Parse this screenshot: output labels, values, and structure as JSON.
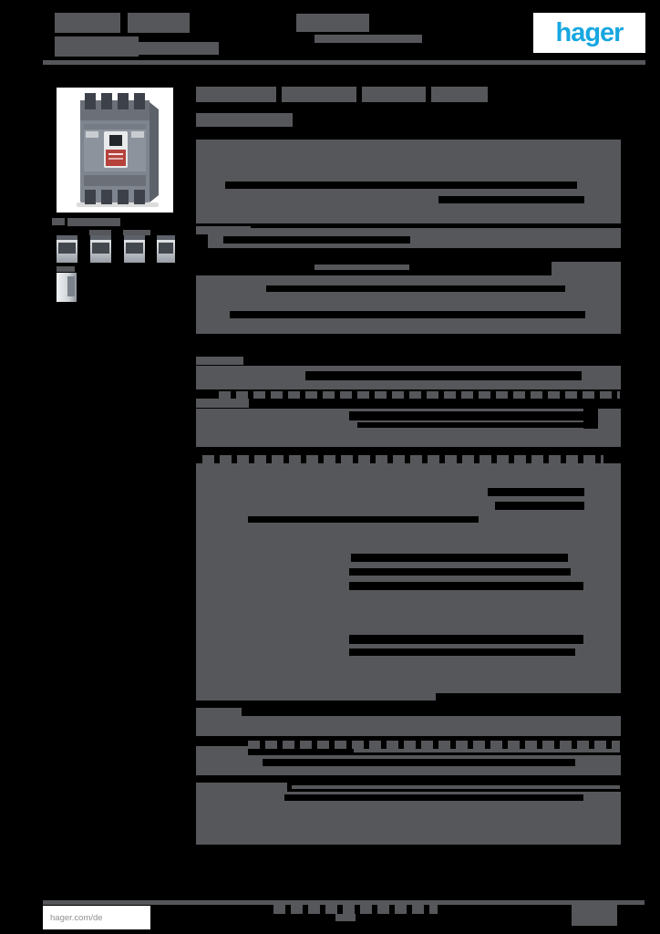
{
  "logo": {
    "text": "hager"
  },
  "footer": {
    "website": "hager.com/de"
  },
  "colors": {
    "page_background": "#000000",
    "redacted_text_block": "#56575a",
    "logo_blue": "#17a7e0",
    "paper_white": "#ffffff",
    "breaker_label_red": "#b6423c"
  },
  "images": {
    "product_photo": "molded-case-circuit-breaker",
    "thumbnails": [
      "accessory-thumb-1",
      "accessory-thumb-2",
      "accessory-thumb-3",
      "accessory-thumb-4",
      "accessory-thumb-5"
    ]
  }
}
